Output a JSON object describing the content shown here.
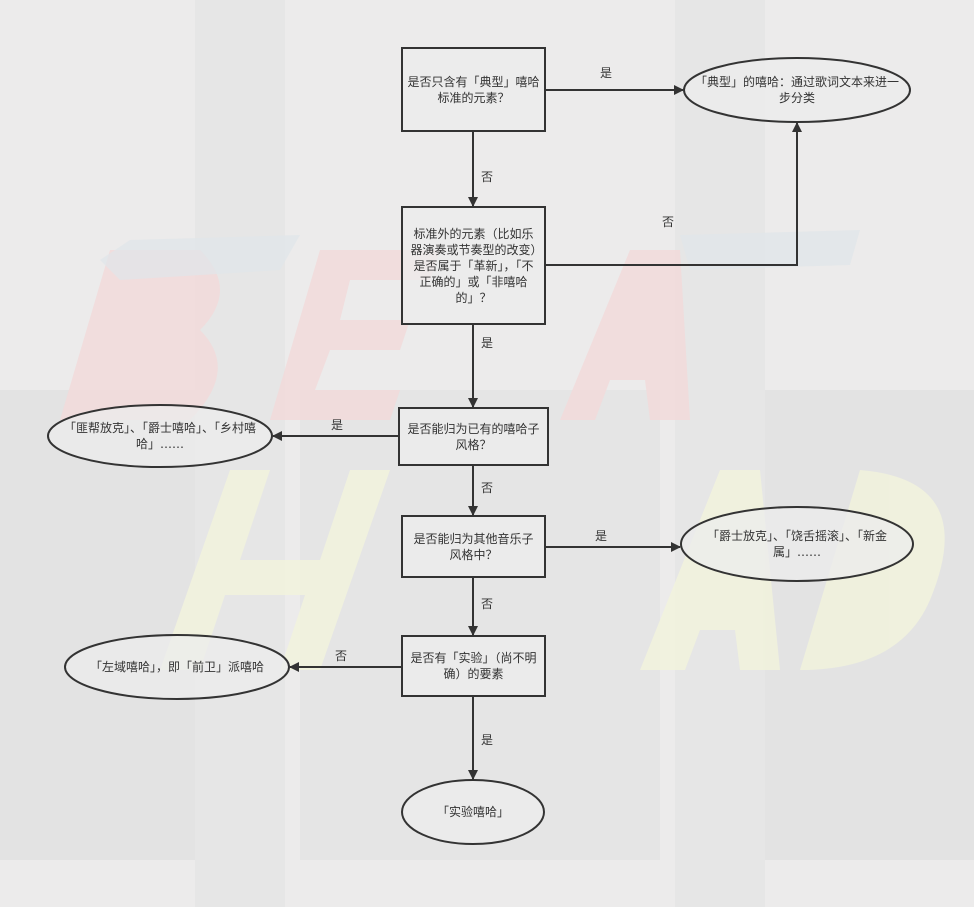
{
  "nodes": {
    "q1": "是否只含有「典型」嘻哈标准的元素？",
    "q2": "标准外的元素（比如乐器演奏或节奏型的改变）是否属于「革新」，「不正确的」或「非嘻哈的」？",
    "q3": "是否能归为已有的嘻哈子风格？",
    "q4": "是否能归为其他音乐子风格中？",
    "q5": "是否有「实验」（尚不明确）的要素",
    "typical": "「典型」的嘻哈：通过歌词文本来进一步分类",
    "subgenres": "「匪帮放克」、「爵士嘻哈」、「乡村嘻哈」……",
    "other_genres": "「爵士放克」、「饶舌摇滚」、「新金属」……",
    "left_field": "「左域嘻哈」，即「前卫」派嘻哈",
    "experimental": "「实验嘻哈」"
  },
  "edges": {
    "q1_yes": "是",
    "q1_no": "否",
    "q2_no": "否",
    "q2_yes": "是",
    "q3_yes": "是",
    "q3_no": "否",
    "q4_yes": "是",
    "q4_no": "否",
    "q5_no": "否",
    "q5_yes": "是"
  },
  "colors": {
    "stroke": "#333333",
    "fill": "#ececec"
  }
}
